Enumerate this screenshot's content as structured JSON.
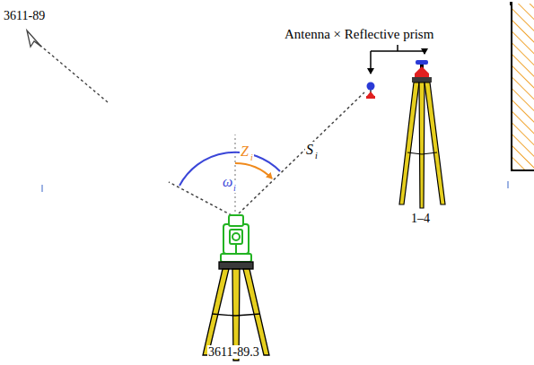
{
  "diagram": {
    "labels": [
      "3611-89",
      "Antenna × Reflective prism",
      "Z",
      "i",
      "ω",
      "i",
      "S",
      "i",
      "1–4",
      "3611-89.3"
    ]
  }
}
